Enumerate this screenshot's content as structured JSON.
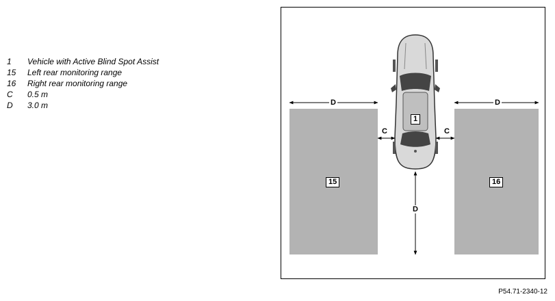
{
  "legend": [
    {
      "key": "1",
      "text": "Vehicle with Active Blind Spot Assist"
    },
    {
      "key": "15",
      "text": "Left rear monitoring range"
    },
    {
      "key": "16",
      "text": "Right rear monitoring range"
    },
    {
      "key": "C",
      "text": "0.5 m"
    },
    {
      "key": "D",
      "text": "3.0 m"
    }
  ],
  "diagram": {
    "vehicle_label": "1",
    "left_zone_label": "15",
    "right_zone_label": "16",
    "dim_top_left": "D",
    "dim_top_right": "D",
    "dim_gap_left": "C",
    "dim_gap_right": "C",
    "dim_rear": "D",
    "zone_color": "#b3b3b3",
    "car_color": "#d9d9d9"
  },
  "figure_ref": "P54.71-2340-12"
}
